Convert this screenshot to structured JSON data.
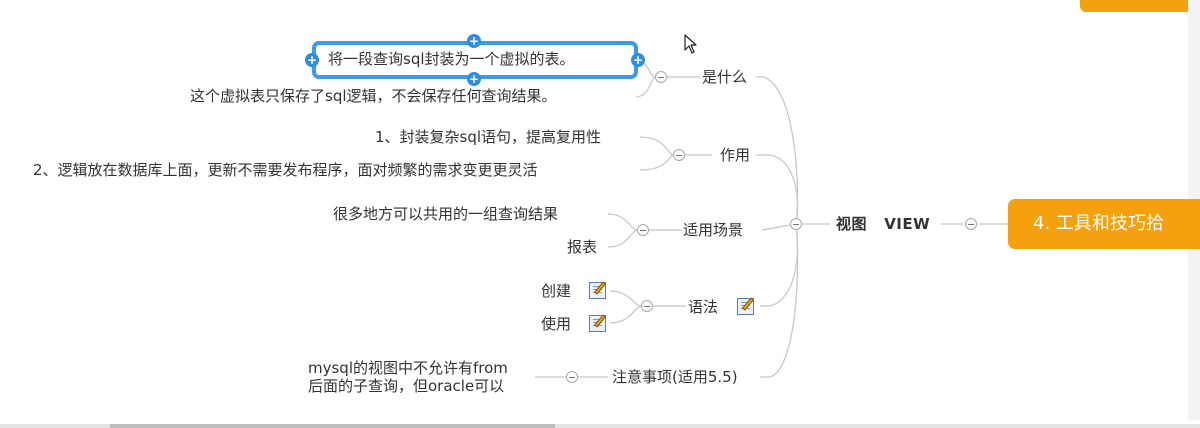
{
  "root_topic": "4. 工具和技巧拾",
  "central_topic": {
    "cn": "视图",
    "en": "VIEW"
  },
  "branches": {
    "what": {
      "label": "是什么",
      "children": [
        "将一段查询sql封装为一个虚拟的表。",
        "这个虚拟表只保存了sql逻辑，不会保存任何查询结果。"
      ]
    },
    "purpose": {
      "label": "作用",
      "children": [
        "1、封装复杂sql语句，提高复用性",
        "2、逻辑放在数据库上面，更新不需要发布程序，面对频繁的需求变更更灵活"
      ]
    },
    "scenarios": {
      "label": "适用场景",
      "children": [
        "很多地方可以共用的一组查询结果",
        "报表"
      ]
    },
    "syntax": {
      "label": "语法",
      "children": [
        "创建",
        "使用"
      ]
    },
    "notes": {
      "label": "注意事项(适用5.5)",
      "children": [
        "mysql的视图中不允许有from",
        "后面的子查询，但oracle可以"
      ]
    }
  },
  "icons": {
    "note": "note-icon",
    "collapse": "collapse-toggle-icon",
    "cursor": "mouse-pointer-icon",
    "add": "add-handle-icon"
  },
  "colors": {
    "root_fill": "#f5a00f",
    "selection_border": "#3d9ae8",
    "connector": "#c8c8c8"
  }
}
